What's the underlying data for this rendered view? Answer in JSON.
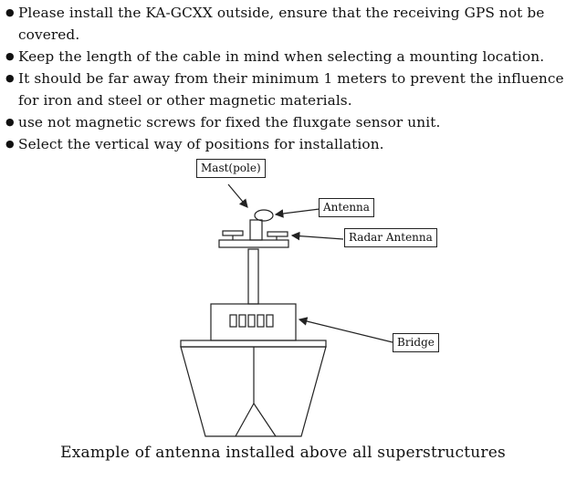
{
  "instructions": [
    "Please install the KA-GCXX outside, ensure that the receiving GPS not be covered.",
    "Keep the length of the cable in mind when selecting a mounting location.",
    "It should be far away from their minimum 1 meters to prevent the influence for iron and steel or other magnetic materials.",
    "use not magnetic screws for fixed the fluxgate sensor unit.",
    "Select the vertical way of positions for installation."
  ],
  "diagram": {
    "labels": {
      "mast": "Mast(pole)",
      "antenna": "Antenna",
      "radar": "Radar Antenna",
      "bridge": "Bridge"
    }
  },
  "caption": "Example of antenna installed above all superstructures"
}
